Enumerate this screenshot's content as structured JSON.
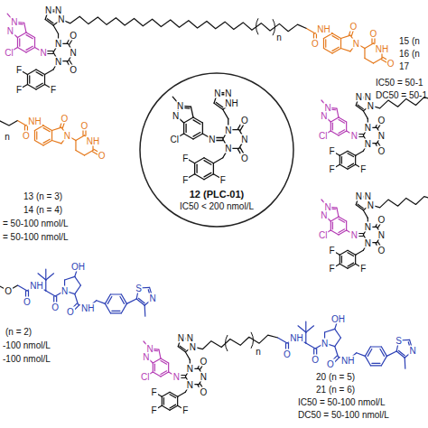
{
  "diagram": {
    "nodes": [
      {
        "text": [
          "12 (PLC-01)",
          "IC50 < 200 nmol/L"
        ]
      }
    ],
    "labels": [
      "N",
      "N",
      "Cl",
      "N",
      "N",
      "N",
      "N",
      "O",
      "O",
      "N",
      "N",
      "N",
      "F",
      "F",
      "F",
      "n",
      "NH",
      "O",
      "O",
      "N",
      "O",
      "NH",
      "O",
      "15 (n",
      "16 (n",
      "17",
      "IC50 = 50-1",
      "DC50 = 50-1",
      "NH",
      "O",
      "O",
      "N",
      "O",
      "NH",
      "O",
      "n",
      "13 (n = 3)",
      "14 (n = 4)",
      "= 50-100 nmol/L",
      "= 50-100 nmol/L",
      "N",
      "N",
      "Cl",
      "N",
      "N",
      "N",
      "N",
      "O",
      "O",
      "N",
      "N",
      "N",
      "F",
      "F",
      "F",
      "N",
      "N",
      "Cl",
      "N",
      "N",
      "N",
      "N",
      "O",
      "O",
      "N",
      "N",
      "N",
      "F",
      "F",
      "F",
      "N",
      "N",
      "Cl",
      "N",
      "N",
      "N",
      "N",
      "O",
      "O",
      "N",
      "N",
      "NH",
      "F",
      "F",
      "F",
      "O",
      "O",
      "NH",
      "O",
      "N",
      "OH",
      "O",
      "NH",
      "S",
      "N",
      "(n = 2)",
      "-100 nmol/L",
      "-100 nmol/L",
      "N",
      "N",
      "Cl",
      "N",
      "N",
      "N",
      "N",
      "O",
      "O",
      "N",
      "N",
      "N",
      "F",
      "F",
      "F",
      "n",
      "O",
      "NH",
      "O",
      "N",
      "OH",
      "O",
      "NH",
      "S",
      "N",
      "20 (n = 5)",
      "21 (n = 6)",
      "IC50 = 50-100 nmol/L",
      "DC50 = 50-100 nmol/L"
    ]
  }
}
